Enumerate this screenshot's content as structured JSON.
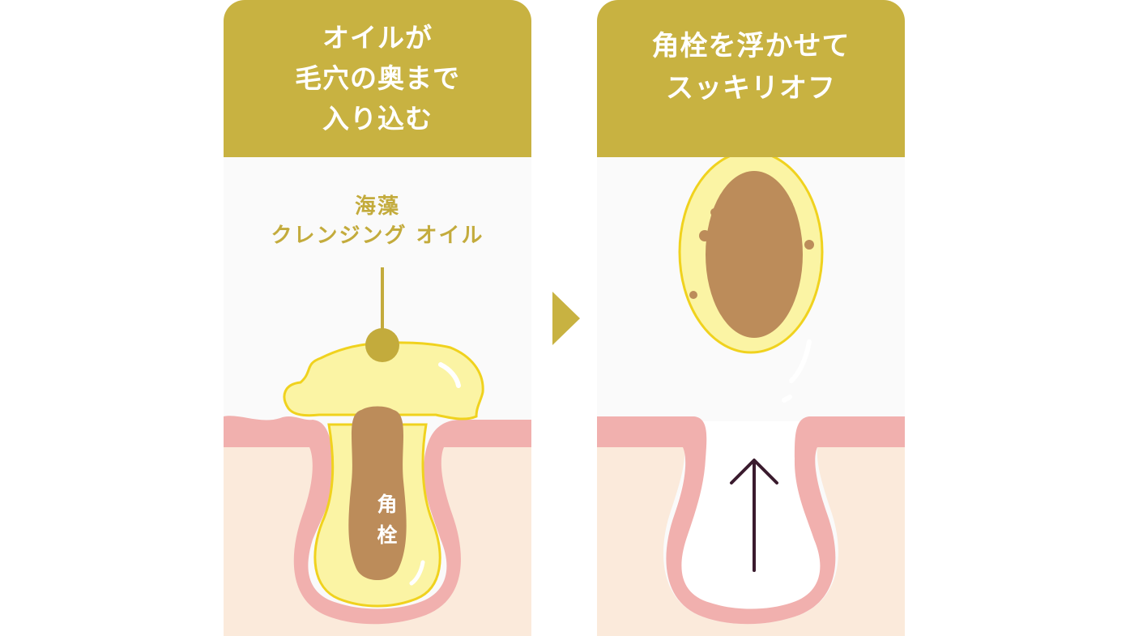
{
  "steps": [
    {
      "title_lines": [
        "オイルが",
        "毛穴の奥まで",
        "入り込む"
      ],
      "oil_label_lines": [
        "海藻",
        "クレンジング オイル"
      ],
      "plug_label_lines": [
        "角",
        "栓"
      ]
    },
    {
      "title_lines": [
        "角栓を浮かせて",
        "スッキリオフ"
      ]
    }
  ],
  "icons": {
    "step_arrow": "play-triangle-icon",
    "lift_arrow": "arrow-up-icon"
  },
  "colors": {
    "header": "#c8b241",
    "label": "#c3ab3c",
    "oil": "#fbf4a4",
    "oil_outline": "#f0d21e",
    "plug": "#bc8c5a",
    "skin_surface": "#f1b0ae",
    "skin_inner": "#fbeadb",
    "background": "#fafafa",
    "lift_arrow": "#3a1b2e"
  }
}
